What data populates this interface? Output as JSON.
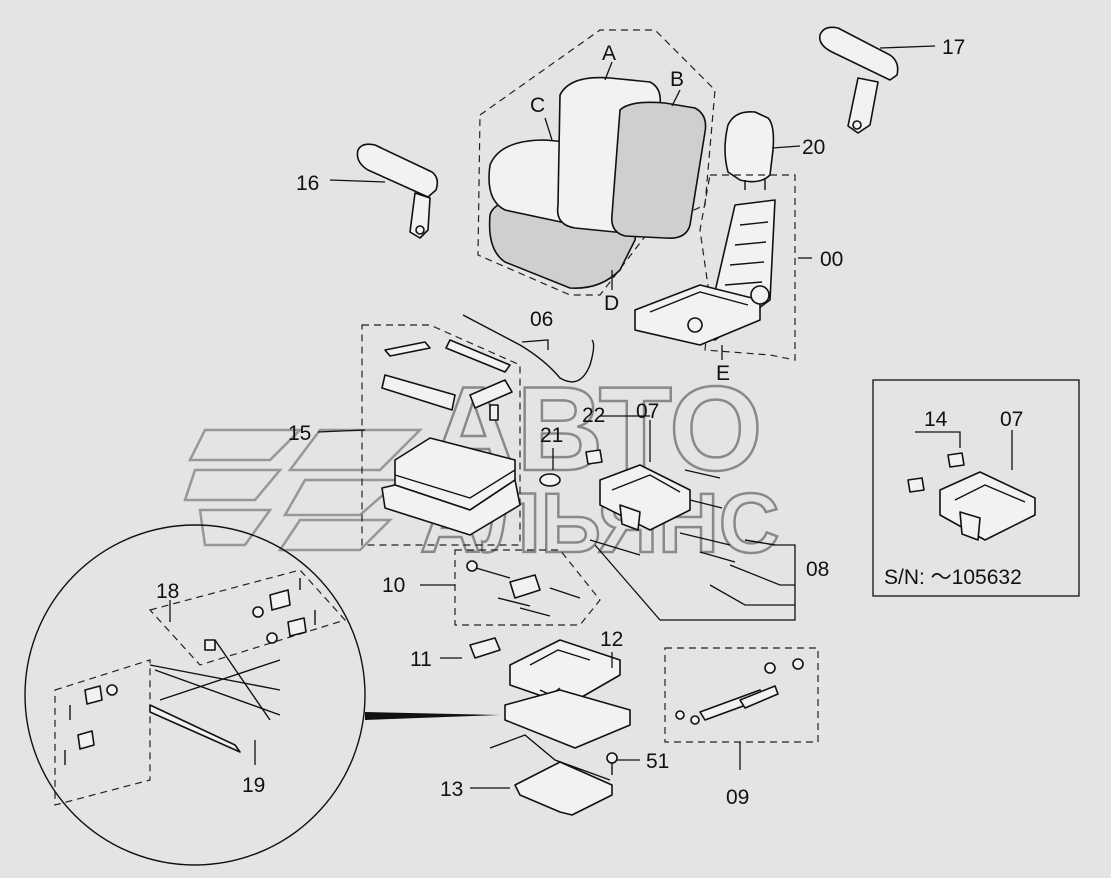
{
  "callouts": {
    "A": "A",
    "B": "B",
    "C": "C",
    "D": "D",
    "E": "E",
    "c00": "00",
    "c06": "06",
    "c07": "07",
    "c07b": "07",
    "c08": "08",
    "c09": "09",
    "c10": "10",
    "c11": "11",
    "c12": "12",
    "c13": "13",
    "c14": "14",
    "c15": "15",
    "c16": "16",
    "c17": "17",
    "c18": "18",
    "c19": "19",
    "c20": "20",
    "c21": "21",
    "c22": "22",
    "c51": "51"
  },
  "serial_note": "S/N: ～105632",
  "watermark": {
    "line1": "АВТО",
    "line2": "АЛЬЯНС"
  }
}
